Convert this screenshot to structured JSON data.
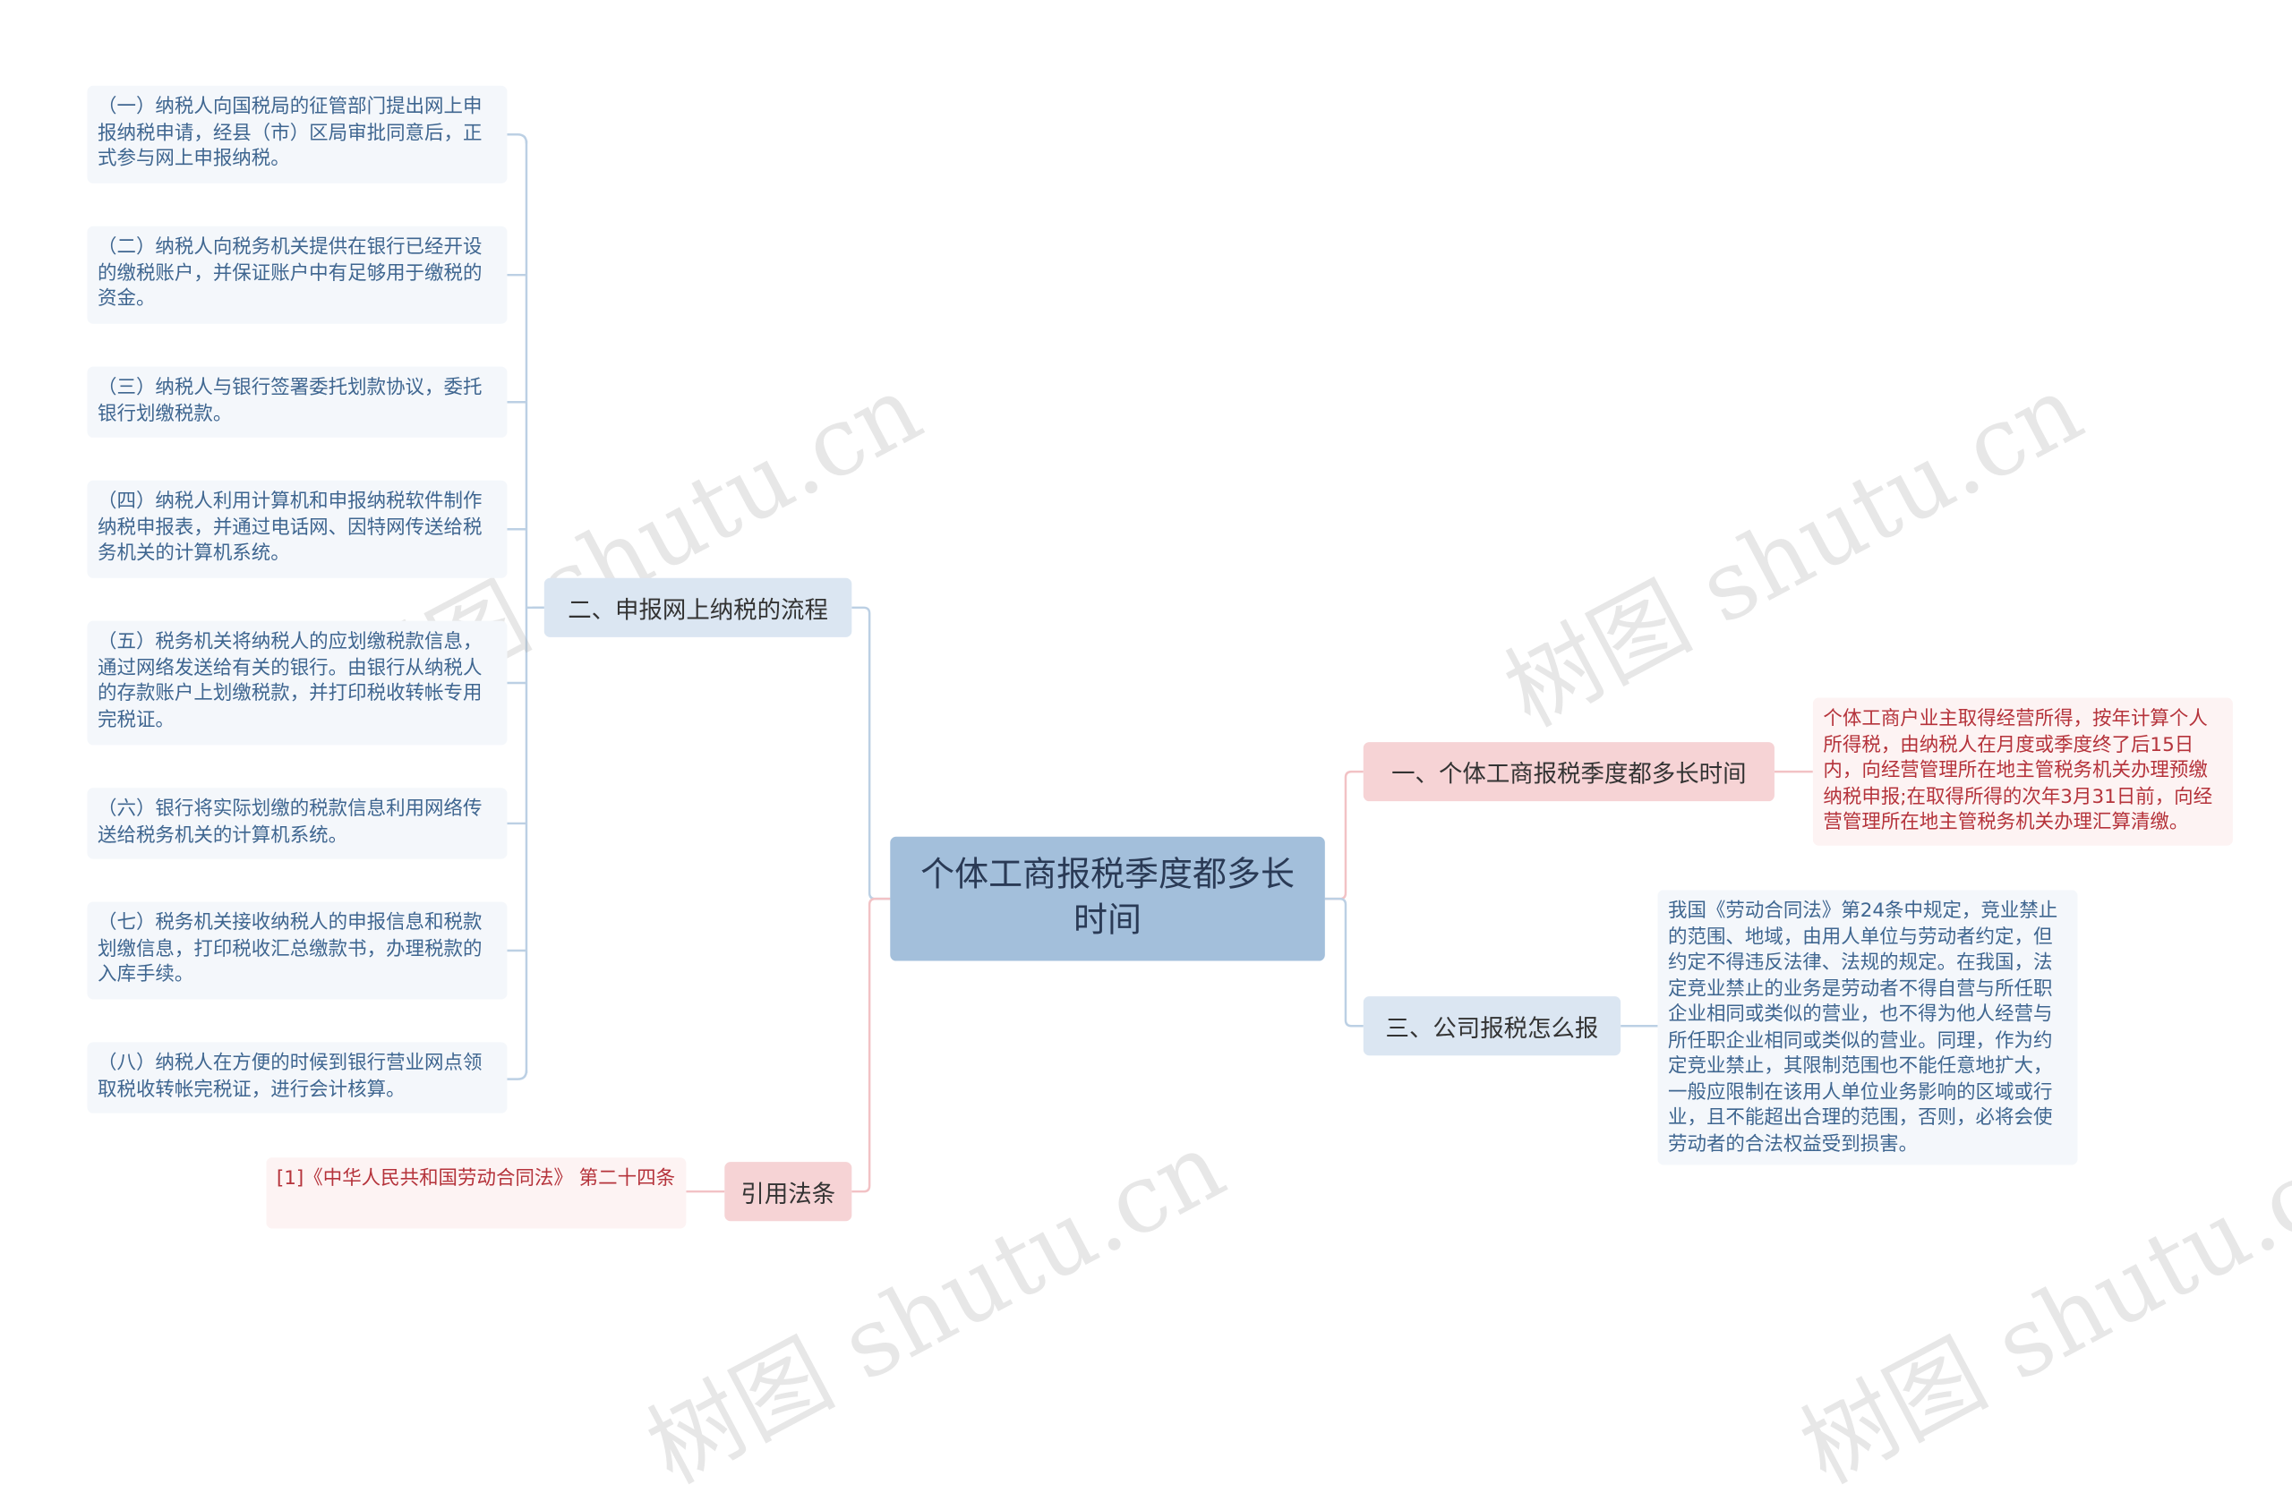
{
  "root": {
    "title": "个体工商报税季度都多长时间"
  },
  "branches": {
    "process": {
      "label": "二、申报网上纳税的流程",
      "steps": [
        "（一）纳税人向国税局的征管部门提出网上申报纳税申请，经县（市）区局审批同意后，正式参与网上申报纳税。",
        "（二）纳税人向税务机关提供在银行已经开设的缴税账户，并保证账户中有足够用于缴税的资金。",
        "（三）纳税人与银行签署委托划款协议，委托银行划缴税款。",
        "（四）纳税人利用计算机和申报纳税软件制作纳税申报表，并通过电话网、因特网传送给税务机关的计算机系统。",
        "（五）税务机关将纳税人的应划缴税款信息，通过网络发送给有关的银行。由银行从纳税人的存款账户上划缴税款，并打印税收转帐专用完税证。",
        "（六）银行将实际划缴的税款信息利用网络传送给税务机关的计算机系统。",
        "（七）税务机关接收纳税人的申报信息和税款划缴信息，打印税收汇总缴款书，办理税款的入库手续。",
        "（八）纳税人在方便的时候到银行营业网点领取税收转帐完税证，进行会计核算。"
      ]
    },
    "law": {
      "label": "引用法条",
      "ref": "[1]《中华人民共和国劳动合同法》 第二十四条"
    },
    "duration": {
      "label": "一、个体工商报税季度都多长时间",
      "detail": "个体工商户业主取得经营所得，按年计算个人所得税，由纳税人在月度或季度终了后15日内，向经营管理所在地主管税务机关办理预缴纳税申报;在取得所得的次年3月31日前，向经营管理所在地主管税务机关办理汇算清缴。"
    },
    "company": {
      "label": "三、公司报税怎么报",
      "detail": "我国《劳动合同法》第24条中规定，竞业禁止的范围、地域，由用人单位与劳动者约定，但约定不得违反法律、法规的规定。在我国，法定竞业禁止的业务是劳动者不得自营与所任职企业相同或类似的营业，也不得为他人经营与所任职企业相同或类似的营业。同理，作为约定竞业禁止，其限制范围也不能任意地扩大，一般应限制在该用人单位业务影响的区域或行业，且不能超出合理的范围，否则，必将会使劳动者的合法权益受到损害。"
    }
  },
  "watermark": "树图 shutu.cn",
  "colors": {
    "root": "#a3bfdb",
    "blue_branch": "#dbe6f2",
    "pink_branch": "#f6d3d5",
    "blue_line": "#bcd0e4",
    "pink_line": "#f2c2c5"
  }
}
